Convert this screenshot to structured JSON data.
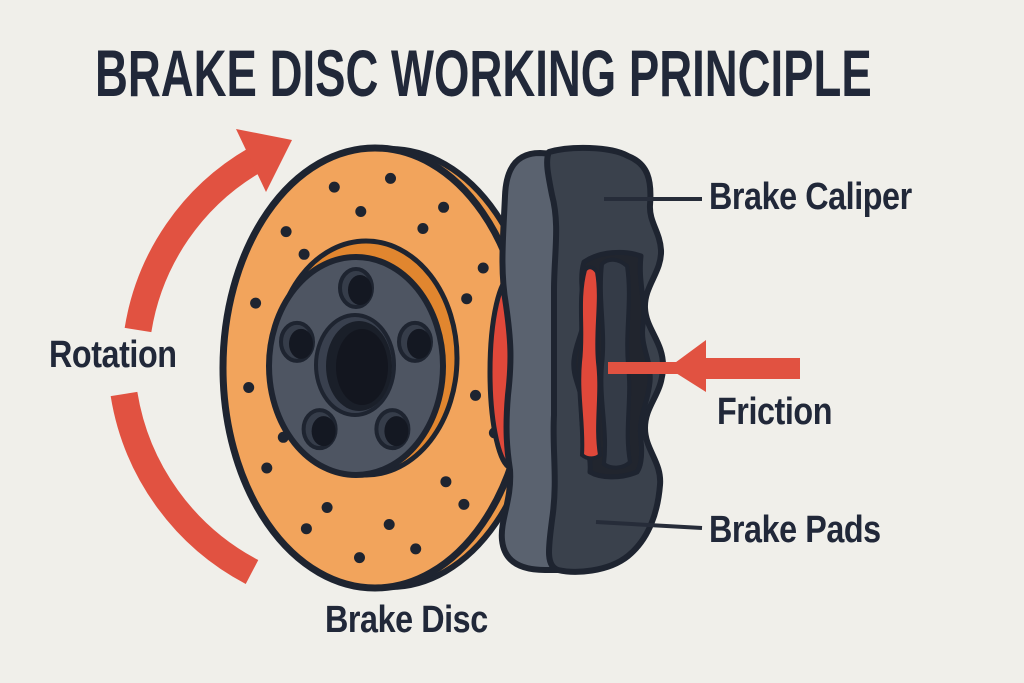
{
  "title": "BRAKE DISC WORKING PRINCIPLE",
  "labels": {
    "rotation": "Rotation",
    "brake_caliper": "Brake Caliper",
    "friction": "Friction",
    "brake_pads": "Brake Pads",
    "brake_disc": "Brake Disc"
  },
  "icons": {
    "rotation_arrow": "curved-arrow-clockwise",
    "friction_arrow": "arrow-pointing-left"
  },
  "colors": {
    "background": "#f0efea",
    "outline": "#1e2430",
    "text": "#212839",
    "pointer_line": "#262c39",
    "disc_orange": "#f2a45c",
    "disc_rim_orange": "#ec9848",
    "hub_ring_orange": "#e1862f",
    "hub_gray": "#4e5562",
    "hub_bore_rim": "#39404e",
    "hub_bore_dark": "#1a1f29",
    "hub_bore_core": "#13161f",
    "lug_highlight": "#363d4a",
    "lug_dark": "#141822",
    "caliper_light_gray": "#5a626f",
    "caliper_dark_gray": "#3a414c",
    "caliper_recess": "#21252e",
    "pad_backing": "#343b47",
    "pad_red": "#e0483a",
    "arrow_red": "#e15241"
  }
}
